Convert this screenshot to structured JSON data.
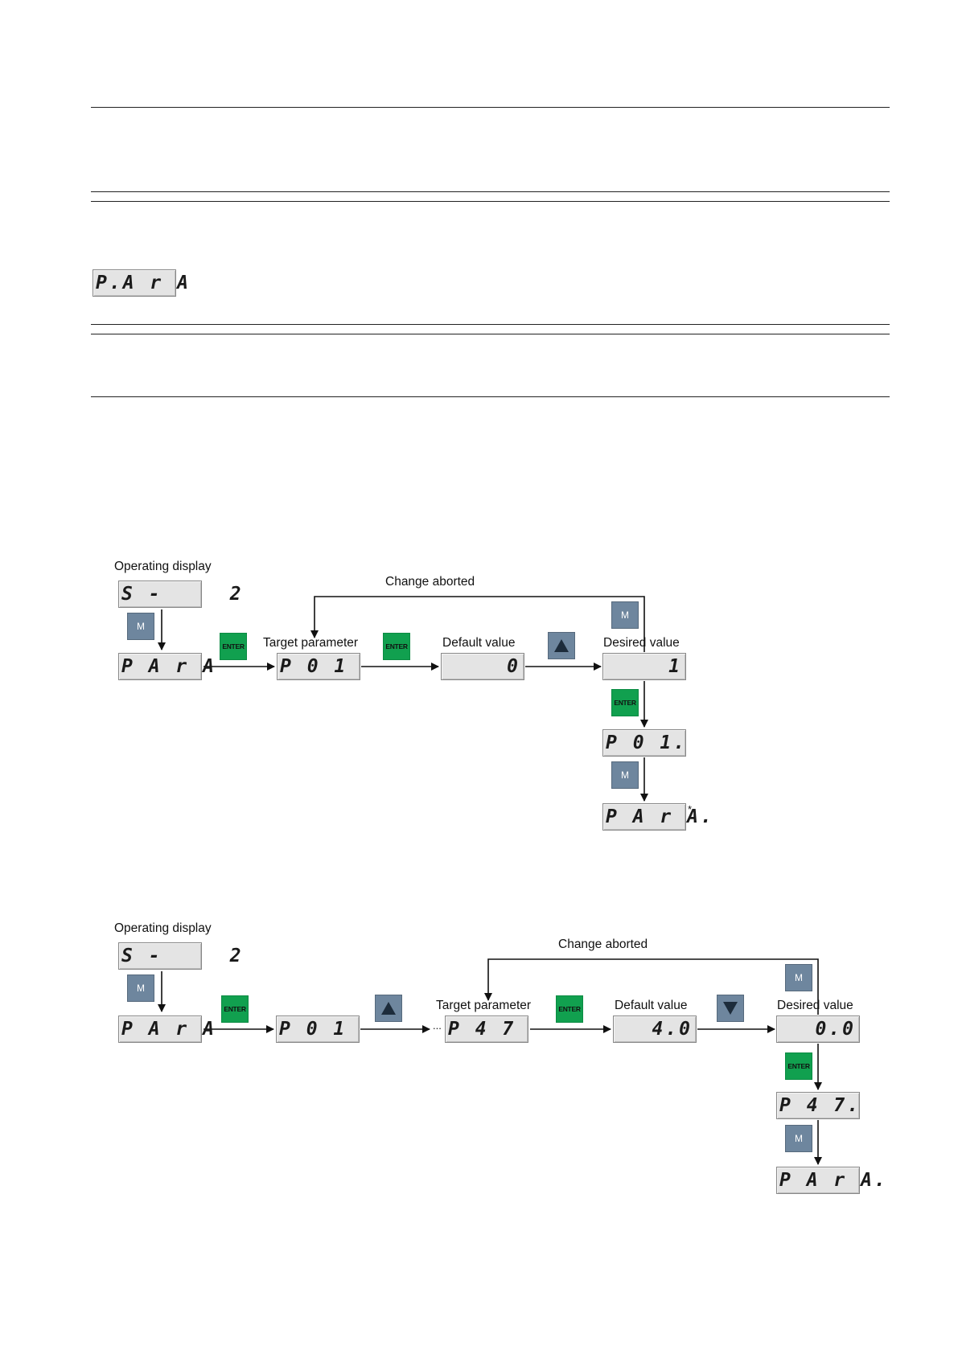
{
  "top_display": {
    "text": "P.A r A"
  },
  "diagram1": {
    "operating_display_label": "Operating display",
    "change_aborted_label": "Change aborted",
    "target_parameter_label": "Target parameter",
    "default_value_label": "Default value",
    "desired_value_label": "Desired value",
    "displays": {
      "operating": "S -     2",
      "para": "P A r A",
      "target": "P 0 1",
      "default": "0",
      "desired": "1",
      "confirmed": "P 0 1.",
      "para_final": "P A r A."
    },
    "footnote_mark": "*",
    "keys": {
      "m": "M",
      "enter": "ENTER"
    }
  },
  "diagram2": {
    "operating_display_label": "Operating display",
    "change_aborted_label": "Change aborted",
    "target_parameter_label": "Target parameter",
    "default_value_label": "Default value",
    "desired_value_label": "Desired value",
    "ellipsis": "...",
    "displays": {
      "operating": "S -     2",
      "para": "P A r A",
      "p01": "P 0 1",
      "target": "P 4 7",
      "default": "4.0",
      "desired": "0.0",
      "confirmed": "P 4 7.",
      "para_final": "P A r A."
    },
    "keys": {
      "m": "M",
      "enter": "ENTER"
    }
  }
}
